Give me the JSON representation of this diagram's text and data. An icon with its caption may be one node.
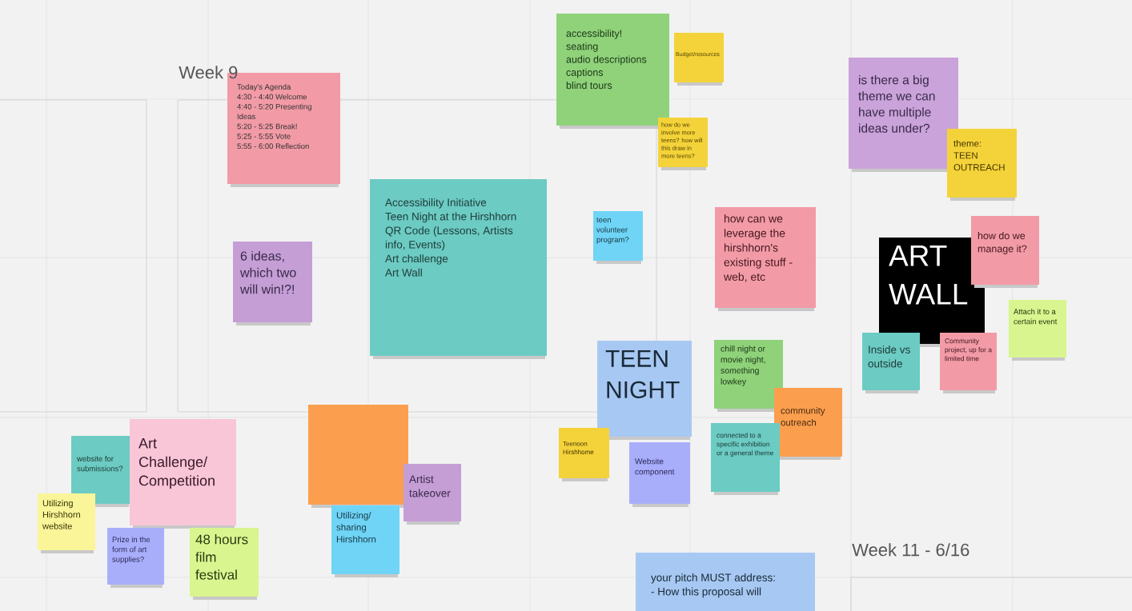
{
  "diagram": {
    "nodes": [
      {
        "text": [
          "Today's Agenda",
          "4:30 - 4:40 Welcome",
          "4:40 - 5:20 Presenting Ideas",
          "5:20 - 5:25 Break!",
          "5:25 - 5:55 Vote",
          "5:55 - 6:00 Reflection"
        ]
      },
      {
        "text": [
          "6 ideas, which two will win!?!"
        ]
      },
      {
        "text": [
          "Accessibility Initiative",
          "Teen Night at the Hirshhorn",
          "QR Code (Lessons, Artists info, Events)",
          "Art challenge",
          "Art Wall"
        ]
      },
      {
        "text": [
          "accessibility!",
          "seating",
          "audio descriptions",
          "captions",
          "blind tours"
        ]
      },
      {
        "text": [
          "Budget/resources"
        ]
      },
      {
        "text": [
          "how do we involve more teens? how will this draw in more teens?"
        ]
      },
      {
        "text": [
          "teen volunteer program?"
        ]
      },
      {
        "text": [
          "is there a big theme we can have multiple ideas under?"
        ]
      },
      {
        "text": [
          "theme:",
          "TEEN OUTREACH"
        ]
      },
      {
        "text": [
          "how can we leverage the hirshhorn's existing stuff - web, etc"
        ]
      },
      {
        "text": [
          "ART WALL"
        ]
      },
      {
        "text": [
          "how do we manage it?"
        ]
      },
      {
        "text": [
          "Attach it to a certain event"
        ]
      },
      {
        "text": [
          "Inside vs outside"
        ]
      },
      {
        "text": [
          "Community project, up for a limited time"
        ]
      },
      {
        "text": [
          "TEEN NIGHT"
        ]
      },
      {
        "text": [
          "chill night or movie night, something lowkey"
        ]
      },
      {
        "text": [
          "community outreach"
        ]
      },
      {
        "text": [
          "connected to a specific exhibition or a general theme"
        ]
      },
      {
        "text": [
          "Teenoon Hirshhome"
        ]
      },
      {
        "text": [
          "Website component"
        ]
      },
      {
        "text": [
          "your pitch MUST address:",
          "- How this proposal will"
        ]
      },
      {
        "text": [
          "website for submissions?"
        ]
      },
      {
        "text": [
          "Art Challenge/ Competition"
        ]
      },
      {
        "text": [
          "Utilizing Hirshhorn website"
        ]
      },
      {
        "text": [
          "Prize in the form of art supplies?"
        ]
      },
      {
        "text": [
          "48 hours film festival"
        ]
      },
      {
        "text": [],
        "shape": "box"
      },
      {
        "text": [
          "Artist takeover"
        ]
      },
      {
        "text": [
          "Utilizing/ sharing Hirshhorn"
        ]
      }
    ],
    "labels": [
      "Week 9",
      "Week 11 - 6/16"
    ]
  }
}
